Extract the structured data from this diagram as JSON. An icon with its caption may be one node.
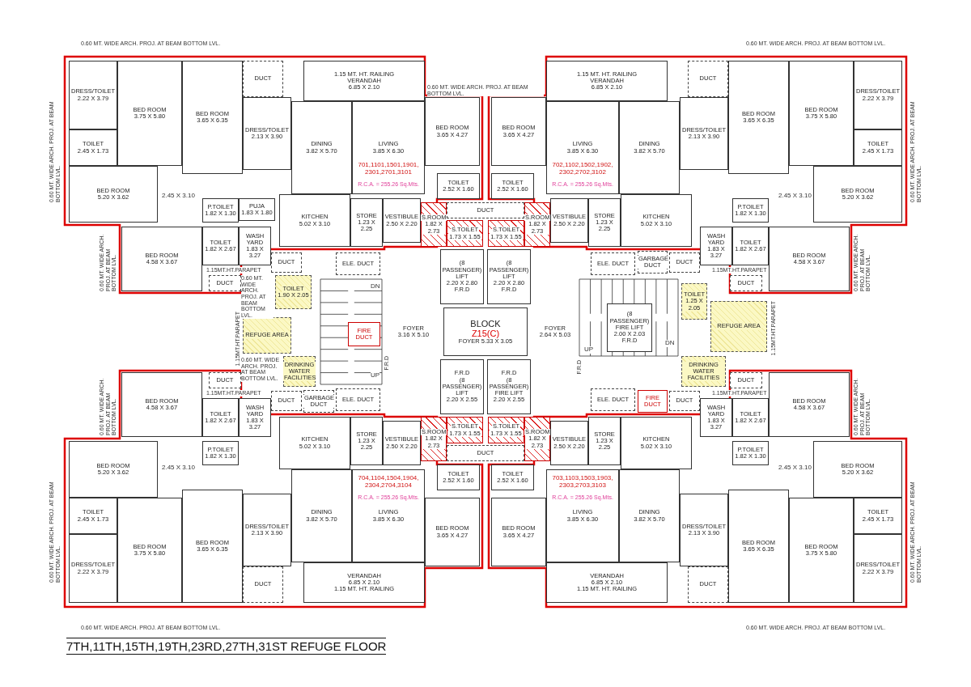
{
  "diagram": {
    "title": "7TH,11TH,15TH,19TH,23RD,27TH,31ST REFUGE FLOOR",
    "nodes": [
      {
        "text": [
          "DUCT"
        ]
      },
      {
        "text": [
          "1.15 MT. HT. RAILING",
          "VERANDAH",
          "6.85 X 2.10"
        ]
      },
      {
        "text": [
          "DRESS/TOILET",
          "2.22 X 3.79"
        ]
      },
      {
        "text": [
          "BED ROOM",
          "3.75 X 5.80"
        ]
      },
      {
        "text": [
          "BED ROOM",
          "3.65 X 6.35"
        ]
      },
      {
        "text": [
          "DRESS/TOILET",
          "2.13 X 3.90"
        ]
      },
      {
        "text": [
          "DINING",
          "3.82 X 5.70"
        ]
      },
      {
        "text": [
          "LIVING",
          "3.85 X 6.30"
        ]
      },
      {
        "text": [
          "BED ROOM",
          "3.65 X 4.27"
        ]
      },
      {
        "text": [
          "TOILET",
          "2.45 X 1.73"
        ]
      },
      {
        "text": [
          "BED ROOM",
          "5.20 X 3.62"
        ]
      },
      {
        "text": [
          "TOILET",
          "2.52 X 1.60"
        ]
      },
      {
        "text": [
          "P.TOILET",
          "1.82 X 1.30"
        ]
      },
      {
        "text": [
          "KITCHEN",
          "5.02 X 3.10"
        ]
      },
      {
        "text": [
          "STORE",
          "1.23 X 2.25"
        ]
      },
      {
        "text": [
          "VESTIBULE",
          "2.50 X 2.20"
        ]
      },
      {
        "text": [
          "S.ROOM",
          "1.82 X 2.73"
        ]
      },
      {
        "text": [
          "S.TOILET",
          "1.73 X 1.55"
        ]
      },
      {
        "text": [
          "BED ROOM",
          "4.58 X 3.67"
        ]
      },
      {
        "text": [
          "TOILET",
          "1.82 X 2.67"
        ]
      },
      {
        "text": [
          "WASH YARD",
          "1.83 X 3.27"
        ]
      },
      {
        "text": [
          "DUCT"
        ]
      },
      {
        "text": [
          "DUCT"
        ]
      },
      {
        "text": [
          "ELE. DUCT"
        ]
      },
      {
        "text": [
          "PUJA",
          "1.83 X 1.80"
        ]
      },
      {
        "text": [
          "DUCT"
        ]
      },
      {
        "text": [
          "1.15 MT. HT. RAILING",
          "VERANDAH",
          "6.85 X 2.10"
        ]
      },
      {
        "text": [
          "DRESS/TOILET",
          "2.22 X 3.79"
        ]
      },
      {
        "text": [
          "BED ROOM",
          "3.75 X 5.80"
        ]
      },
      {
        "text": [
          "BED ROOM",
          "3.65 X 6.35"
        ]
      },
      {
        "text": [
          "DRESS/TOILET",
          "2.13 X 3.90"
        ]
      },
      {
        "text": [
          "DINING",
          "3.82 X 5.70"
        ]
      },
      {
        "text": [
          "LIVING",
          "3.85 X 6.30"
        ]
      },
      {
        "text": [
          "BED ROOM",
          "3.65 X 4.27"
        ]
      },
      {
        "text": [
          "TOILET",
          "2.45 X 1.73"
        ]
      },
      {
        "text": [
          "BED ROOM",
          "5.20 X 3.62"
        ]
      },
      {
        "text": [
          "TOILET",
          "2.52 X 1.60"
        ]
      },
      {
        "text": [
          "P.TOILET",
          "1.82 X 1.30"
        ]
      },
      {
        "text": [
          "KITCHEN",
          "5.02 X 3.10"
        ]
      },
      {
        "text": [
          "STORE",
          "1.23 X 2.25"
        ]
      },
      {
        "text": [
          "VESTIBULE",
          "2.50 X 2.20"
        ]
      },
      {
        "text": [
          "S.ROOM",
          "1.82 X 2.73"
        ]
      },
      {
        "text": [
          "S.TOILET",
          "1.73 X 1.55"
        ]
      },
      {
        "text": [
          "BED ROOM",
          "4.58 X 3.67"
        ]
      },
      {
        "text": [
          "TOILET",
          "1.82 X 2.67"
        ]
      },
      {
        "text": [
          "WASH YARD",
          "1.83 X 3.27"
        ]
      },
      {
        "text": [
          "DUCT"
        ]
      },
      {
        "text": [
          "DUCT"
        ]
      },
      {
        "text": [
          "ELE. DUCT"
        ]
      },
      {
        "text": [
          "DUCT"
        ]
      },
      {
        "text": [
          "VERANDAH",
          "6.85 X 2.10",
          "1.15 MT. HT. RAILING"
        ]
      },
      {
        "text": [
          "DRESS/TOILET",
          "2.22 X 3.79"
        ]
      },
      {
        "text": [
          "BED ROOM",
          "3.75 X 5.80"
        ]
      },
      {
        "text": [
          "BED ROOM",
          "3.65 X 6.35"
        ]
      },
      {
        "text": [
          "DRESS/TOILET",
          "2.13 X 3.90"
        ]
      },
      {
        "text": [
          "DINING",
          "3.82 X 5.70"
        ]
      },
      {
        "text": [
          "LIVING",
          "3.85 X 6.30"
        ]
      },
      {
        "text": [
          "BED ROOM",
          "3.65 X 4.27"
        ]
      },
      {
        "text": [
          "TOILET",
          "2.45 X 1.73"
        ]
      },
      {
        "text": [
          "BED ROOM",
          "5.20 X 3.62"
        ]
      },
      {
        "text": [
          "TOILET",
          "2.52 X 1.60"
        ]
      },
      {
        "text": [
          "P.TOILET",
          "1.82 X 1.30"
        ]
      },
      {
        "text": [
          "KITCHEN",
          "5.02 X 3.10"
        ]
      },
      {
        "text": [
          "STORE",
          "1.23 X 2.25"
        ]
      },
      {
        "text": [
          "VESTIBULE",
          "2.50 X 2.20"
        ]
      },
      {
        "text": [
          "S.ROOM",
          "1.82 X 2.73"
        ]
      },
      {
        "text": [
          "S.TOILET",
          "1.73 X 1.55"
        ]
      },
      {
        "text": [
          "BED ROOM",
          "4.58 X 3.67"
        ]
      },
      {
        "text": [
          "TOILET",
          "1.82 X 2.67"
        ]
      },
      {
        "text": [
          "WASH YARD",
          "1.83 X 3.27"
        ]
      },
      {
        "text": [
          "DUCT"
        ]
      },
      {
        "text": [
          "DUCT"
        ]
      },
      {
        "text": [
          "ELE. DUCT"
        ]
      },
      {
        "text": [
          "DUCT"
        ]
      },
      {
        "text": [
          "VERANDAH",
          "6.85 X 2.10",
          "1.15 MT. HT. RAILING"
        ]
      },
      {
        "text": [
          "DRESS/TOILET",
          "2.22 X 3.79"
        ]
      },
      {
        "text": [
          "BED ROOM",
          "3.75 X 5.80"
        ]
      },
      {
        "text": [
          "BED ROOM",
          "3.65 X 6.35"
        ]
      },
      {
        "text": [
          "DRESS/TOILET",
          "2.13 X 3.90"
        ]
      },
      {
        "text": [
          "DINING",
          "3.82 X 5.70"
        ]
      },
      {
        "text": [
          "LIVING",
          "3.85 X 6.30"
        ]
      },
      {
        "text": [
          "BED ROOM",
          "3.65 X 4.27"
        ]
      },
      {
        "text": [
          "TOILET",
          "2.45 X 1.73"
        ]
      },
      {
        "text": [
          "BED ROOM",
          "5.20 X 3.62"
        ]
      },
      {
        "text": [
          "TOILET",
          "2.52 X 1.60"
        ]
      },
      {
        "text": [
          "P.TOILET",
          "1.82 X 1.30"
        ]
      },
      {
        "text": [
          "KITCHEN",
          "5.02 X 3.10"
        ]
      },
      {
        "text": [
          "STORE",
          "1.23 X 2.25"
        ]
      },
      {
        "text": [
          "VESTIBULE",
          "2.50 X 2.20"
        ]
      },
      {
        "text": [
          "S.ROOM",
          "1.82 X 2.73"
        ]
      },
      {
        "text": [
          "S.TOILET",
          "1.73 X 1.55"
        ]
      },
      {
        "text": [
          "BED ROOM",
          "4.58 X 3.67"
        ]
      },
      {
        "text": [
          "TOILET",
          "1.82 X 2.67"
        ]
      },
      {
        "text": [
          "WASH YARD",
          "1.83 X 3.27"
        ]
      },
      {
        "text": [
          "DUCT"
        ]
      },
      {
        "text": [
          "DUCT"
        ]
      },
      {
        "text": [
          "ELE. DUCT"
        ]
      },
      {
        "text": [
          "DUCT"
        ]
      },
      {
        "text": [
          "(8 PASSENGER) LIFT",
          "2.20 X 2.80",
          "F.R.D"
        ]
      },
      {
        "text": [
          "(8 PASSENGER) LIFT",
          "2.20 X 2.80",
          "F.R.D"
        ]
      },
      {
        "text": [
          "TOILET",
          "1.90 X 2.05"
        ]
      },
      {
        "text": [
          "REFUGE AREA"
        ]
      },
      {
        "text": [
          "FIRE DUCT"
        ]
      },
      {
        "text": [
          "FOYER",
          "3.16 X 5.10"
        ]
      },
      {
        "text": [
          "BLOCK",
          "Z15(C)",
          "FOYER 5.33 X 3.05"
        ]
      },
      {
        "text": [
          "FOYER",
          "2.64 X 5.03"
        ]
      },
      {
        "text": [
          "(8 PASSENGER) FIRE LIFT",
          "2.00 X 2.03",
          "F.R.D"
        ]
      },
      {
        "text": [
          "TOILET",
          "1.25 X 2.05"
        ]
      },
      {
        "text": [
          "REFUGE AREA"
        ]
      },
      {
        "text": [
          "DRINKING WATER FACILITIES"
        ]
      },
      {
        "text": [
          "DRINKING WATER FACILITIES"
        ]
      },
      {
        "text": [
          "GARBAGE DUCT"
        ]
      },
      {
        "text": [
          "GARBAGE DUCT"
        ]
      },
      {
        "text": [
          "FIRE DUCT"
        ]
      },
      {
        "text": [
          "F.R.D",
          "(8 PASSENGER) LIFT",
          "2.20 X 2.55"
        ]
      },
      {
        "text": [
          "F.R.D",
          "(8 PASSENGER) FIRE LIFT",
          "2.20 X 2.55"
        ]
      },
      {
        "text": [
          "DUCT"
        ]
      }
    ],
    "labels": [
      "0.60 MT. WIDE ARCH. PROJ. AT BEAM BOTTOM LVL.",
      "0.60 MT. WIDE ARCH. PROJ. AT BEAM BOTTOM LVL.",
      "0.60 MT. WIDE ARCH. PROJ. AT BEAM BOTTOM LVL.",
      "0.60 MT. WIDE ARCH. PROJ. AT BEAM BOTTOM LVL.",
      "0.60 MT. WIDE ARCH. PROJ. AT BEAM BOTTOM LVL.",
      "0.60 MT. WIDE ARCH. PROJ. AT BEAM BOTTOM LVL.",
      "0.60 MT. WIDE ARCH. PROJ. AT BEAM BOTTOM LVL.",
      "0.60 MT. WIDE ARCH. PROJ. AT BEAM BOTTOM LVL.",
      "0.60 MT. WIDE ARCH. PROJ. AT BEAM BOTTOM LVL.",
      "0.60 MT. WIDE ARCH. PROJ. AT BEAM BOTTOM LVL.",
      "0.60 MT. WIDE ARCH. PROJ. AT BEAM BOTTOM LVL.",
      "0.60 MT. WIDE ARCH. PROJ. AT BEAM BOTTOM LVL.",
      "0.60 MT. WIDE ARCH. PROJ. AT BEAM BOTTOM LVL.",
      "0.60 MT. WIDE ARCH. PROJ. AT BEAM BOTTOM LVL.",
      "0.60 MT. WIDE ARCH. PROJ. AT BEAM BOTTOM LVL.",
      "2.45 X 3.10",
      "2.45 X 3.10",
      "2.45 X 3.10",
      "2.45 X 3.10",
      "701,1101,1501,1901, 2301,2701,3101",
      "R.C.A. = 255.26 Sq.Mts.",
      "702,1102,1502,1902, 2302,2702,3102",
      "R.C.A. = 255.26 Sq.Mts.",
      "704,1104,1504,1904, 2304,2704,3104",
      "R.C.A. = 255.26 Sq.Mts.",
      "703,1103,1503,1903, 2303,2703,3103",
      "R.C.A. = 255.26 Sq.Mts.",
      "1.15MT.HT.PARAPET",
      "1.15MT.HT.PARAPET",
      "1.15MT.HT.PARAPET",
      "1.15MT.HT.PARAPET",
      "1.15MT.HT.PARAPET",
      "1.15MT.HT.PARAPET",
      "DN",
      "UP",
      "UP",
      "DN",
      "F.R.D",
      "F.R.D"
    ]
  }
}
